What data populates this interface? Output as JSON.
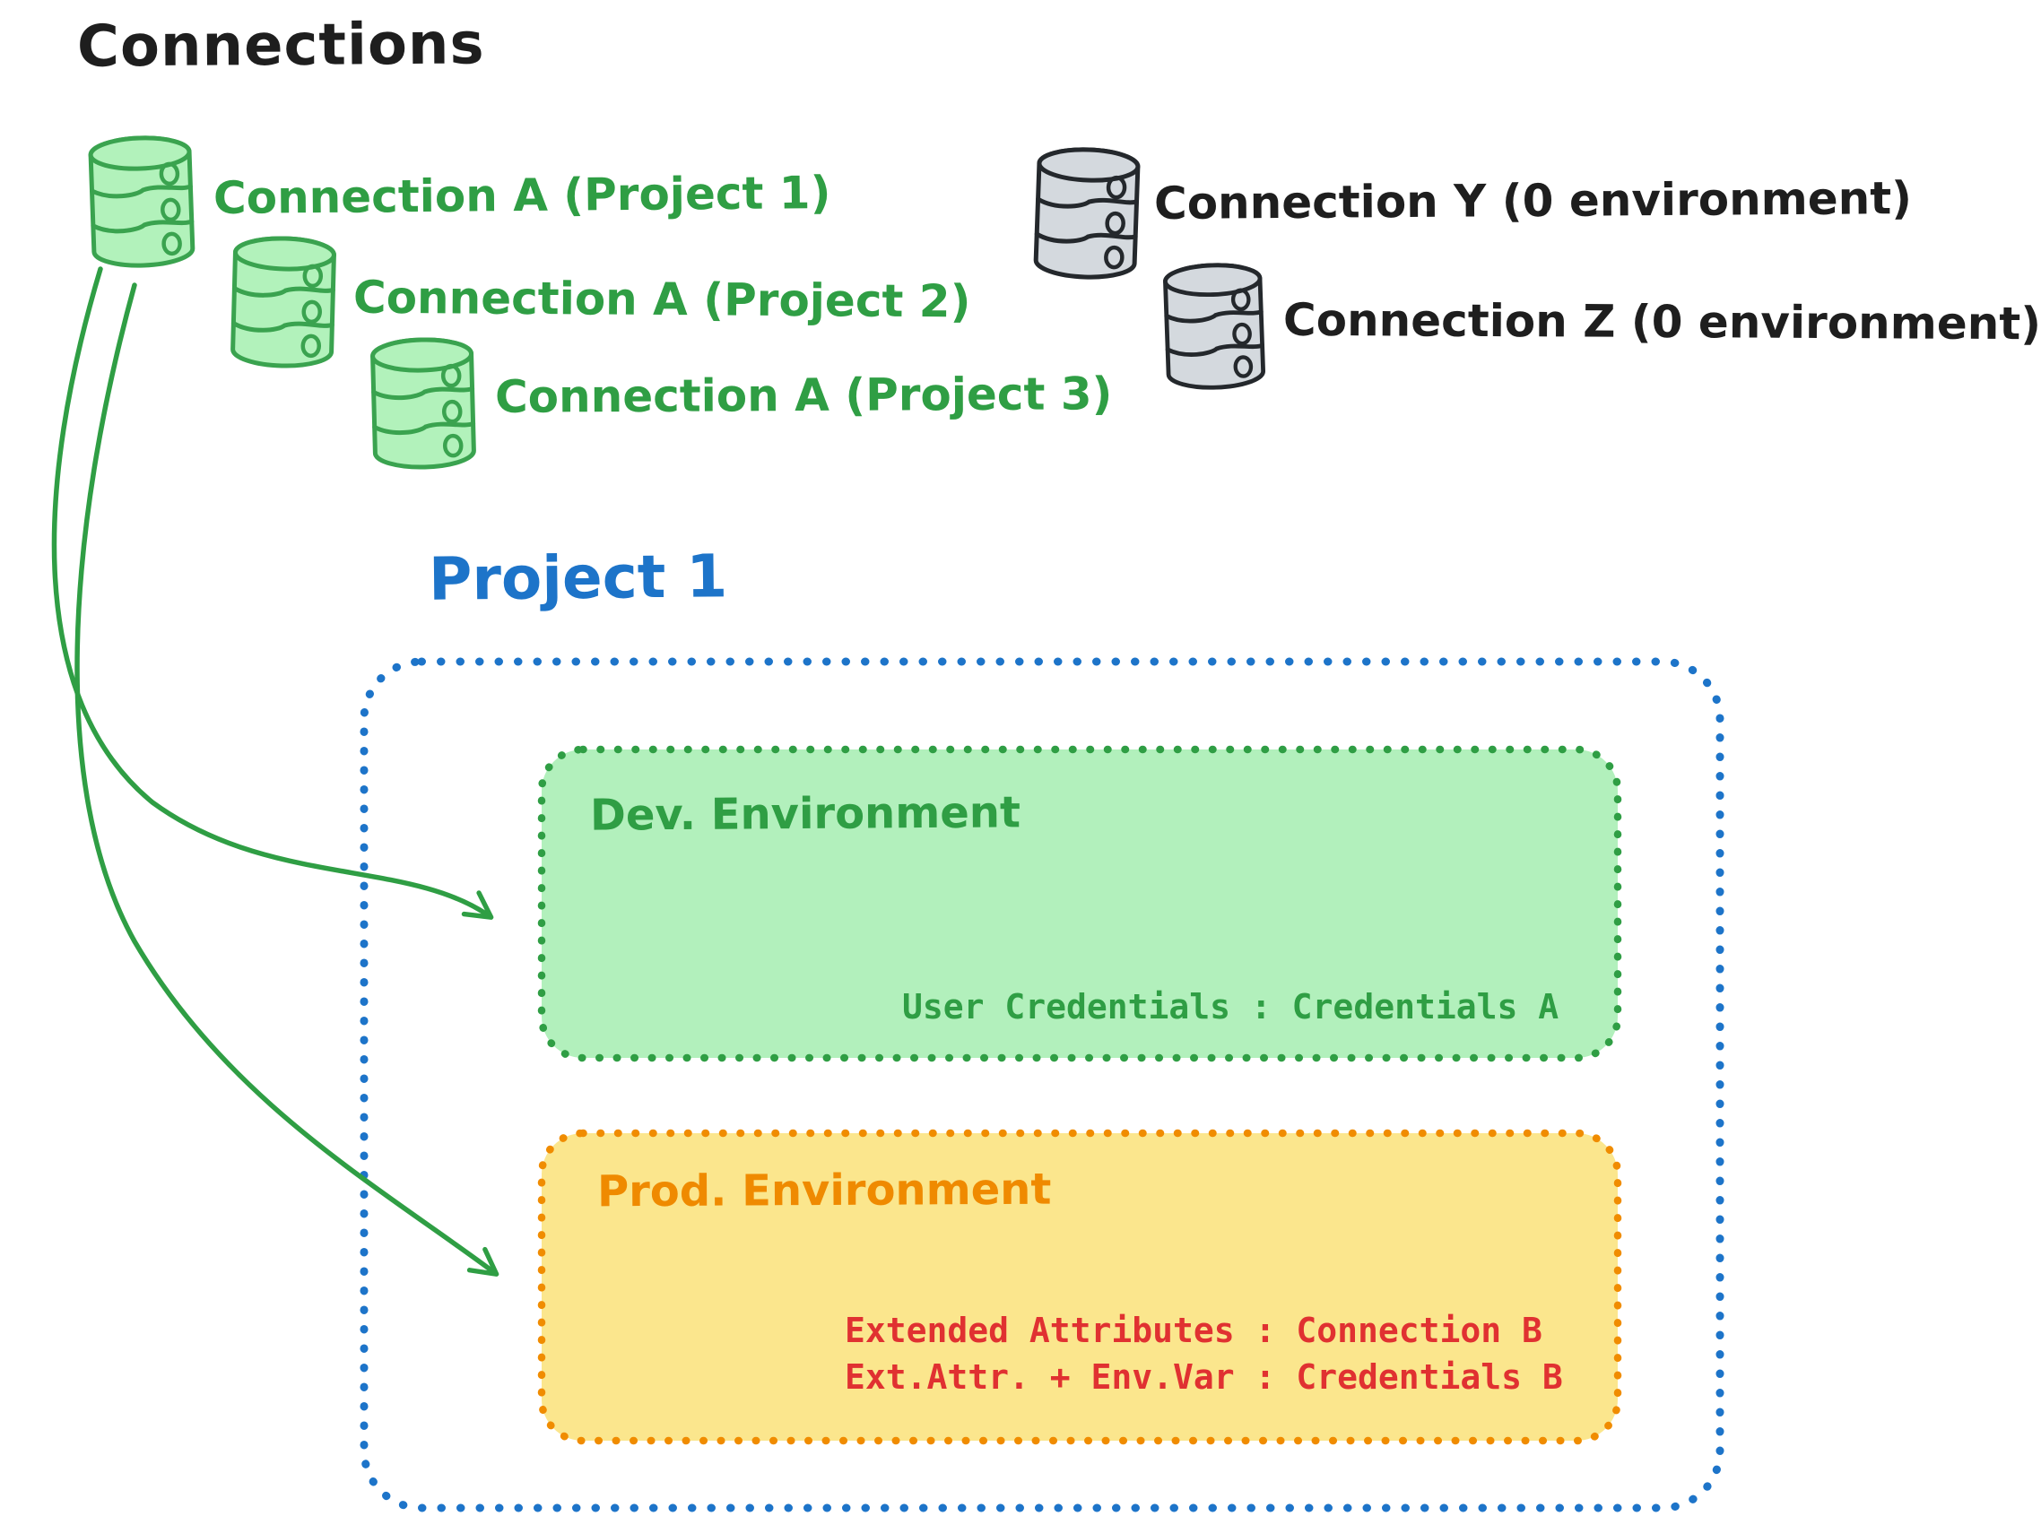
{
  "title": "Connections",
  "colors": {
    "black_text": "#1e1e1e",
    "green_stroke": "#2f9e44",
    "green_db_stroke": "#3aa34f",
    "green_fill": "#b2f2bb",
    "gray_db_fill": "#d4d9de",
    "blue": "#1d74c9",
    "orange": "#f08c00",
    "yellow_fill": "#fbe68d",
    "red": "#e03131"
  },
  "green_connections": [
    {
      "label": "Connection A (Project 1)"
    },
    {
      "label": "Connection A (Project 2)"
    },
    {
      "label": "Connection A (Project 3)"
    }
  ],
  "gray_connections": [
    {
      "label": "Connection Y (0 environment)"
    },
    {
      "label": "Connection Z (0 environment)"
    }
  ],
  "project": {
    "title": "Project 1",
    "dev_environment": {
      "title": "Dev. Environment",
      "mapping": "User Credentials : Credentials A"
    },
    "prod_environment": {
      "title": "Prod. Environment",
      "mappings": [
        "Extended Attributes : Connection B",
        "Ext.Attr. + Env.Var : Credentials B"
      ]
    }
  }
}
